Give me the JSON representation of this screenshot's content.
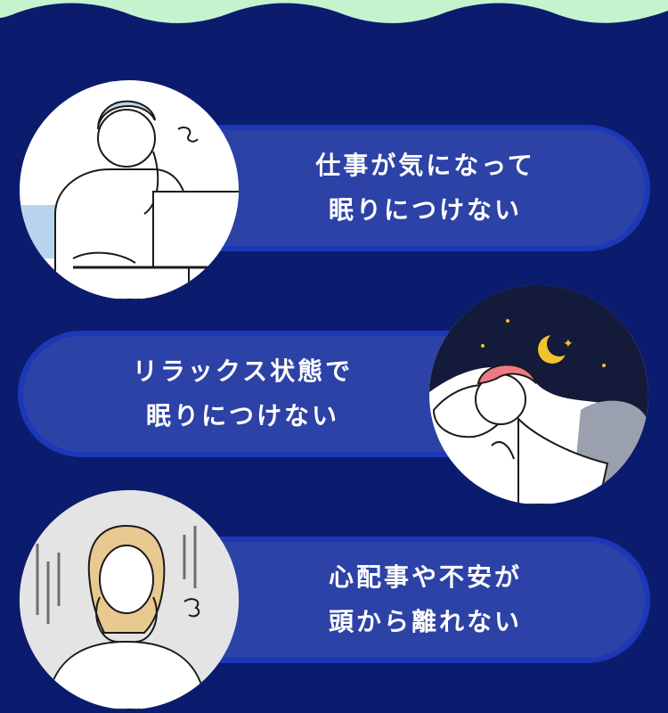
{
  "colors": {
    "background": "#0b1c6e",
    "wave": "#c5f3cd",
    "pill_fill": "#2d42a6",
    "pill_border": "#1c37b8",
    "text": "#ffffff"
  },
  "items": [
    {
      "line1": "仕事が気になって",
      "line2": "眠りにつけない",
      "illustration": "man-at-laptop-worried"
    },
    {
      "line1": "リラックス状態で",
      "line2": "眠りにつけない",
      "illustration": "woman-lying-awake-at-night"
    },
    {
      "line1": "心配事や不安が",
      "line2": "頭から離れない",
      "illustration": "woman-holding-head-anxious"
    }
  ]
}
